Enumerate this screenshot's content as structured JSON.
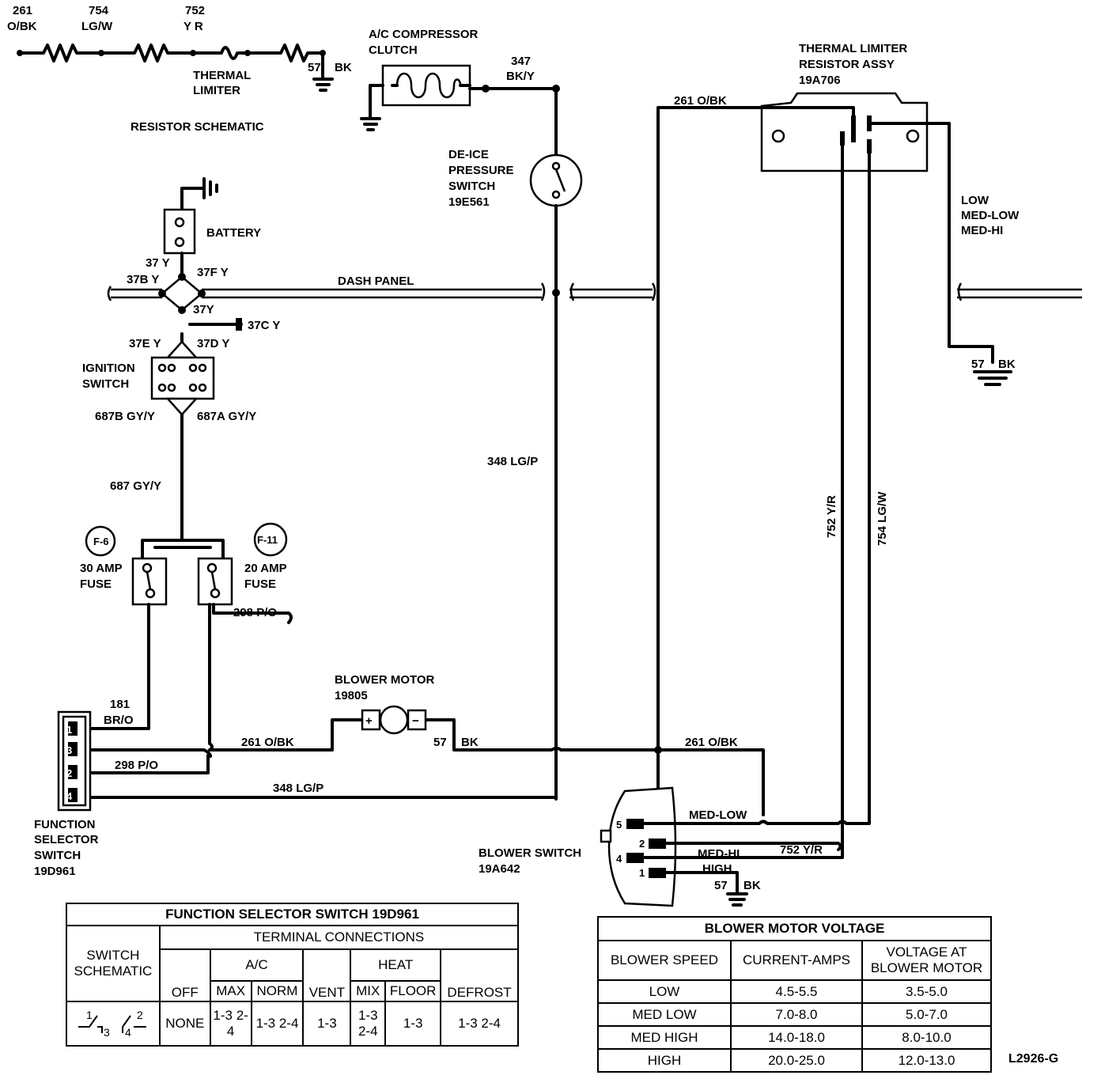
{
  "resistor_schematic": {
    "title": "RESISTOR SCHEMATIC",
    "w261": "261",
    "w261_color": "O/BK",
    "w754": "754",
    "w754_color": "LG/W",
    "w752": "752",
    "w752_color": "Y R",
    "thermal_1": "THERMAL",
    "thermal_2": "LIMITER",
    "ground": "57",
    "ground_color": "BK"
  },
  "ac_clutch": {
    "line1": "A/C COMPRESSOR",
    "line2": "CLUTCH",
    "wire": "347",
    "wire_color": "BK/Y"
  },
  "deice": {
    "line1": "DE-ICE",
    "line2": "PRESSURE",
    "line3": "SWITCH",
    "part": "19E561"
  },
  "thermal_assy": {
    "line1": "THERMAL LIMITER",
    "line2": "RESISTOR ASSY",
    "part": "19A706",
    "wire": "261 O/BK"
  },
  "speeds_note": {
    "l1": "LOW",
    "l2": "MED-LOW",
    "l3": "MED-HI"
  },
  "ground_right": {
    "num": "57",
    "color": "BK"
  },
  "battery": {
    "label": "BATTERY"
  },
  "splice": {
    "w37y": "37 Y",
    "w37b": "37B Y",
    "w37f": "37F Y",
    "w37y2": "37Y",
    "w37c": "37C Y",
    "w37e": "37E Y",
    "w37d": "37D Y"
  },
  "dash_panel": "DASH PANEL",
  "ignition": {
    "line1": "IGNITION",
    "line2": "SWITCH",
    "w687b": "687B GY/Y",
    "w687a": "687A GY/Y",
    "w687": "687 GY/Y"
  },
  "fuses": {
    "f6": "F-6",
    "f6_rating": "30 AMP",
    "f6_label": "FUSE",
    "f11": "F-11",
    "f11_rating": "20 AMP",
    "f11_label": "FUSE",
    "w298": "298 P/O"
  },
  "wires": {
    "w348_vert": "348 LG/P",
    "w752_vert": "752 Y/R",
    "w754_vert": "754 LG/W",
    "w261_bottom": "261 O/BK",
    "w261_right": "261 O/BK",
    "w57": "57",
    "w57_color": "BK",
    "w298_fss": "298 P/O",
    "w348_bottom": "348 LG/P",
    "w181": "181",
    "w181_color": "BR/O"
  },
  "blower_motor": {
    "label": "BLOWER MOTOR",
    "part": "19805",
    "plus": "+",
    "minus": "−"
  },
  "function_selector": {
    "line1": "FUNCTION",
    "line2": "SELECTOR",
    "line3": "SWITCH",
    "part": "19D961",
    "pins": [
      "1",
      "3",
      "2",
      "4"
    ]
  },
  "blower_switch": {
    "line1": "BLOWER SWITCH",
    "part": "19A642",
    "pins": [
      "5",
      "2",
      "4",
      "1"
    ],
    "med_low": "MED-LOW",
    "med_hi": "MED-HI",
    "high": "HIGH",
    "w752": "752 Y/R",
    "ground": "57",
    "ground_color": "BK"
  },
  "fss_table": {
    "title": "FUNCTION SELECTOR SWITCH 19D961",
    "schematic_header_1": "SWITCH",
    "schematic_header_2": "SCHEMATIC",
    "terminal_header": "TERMINAL CONNECTIONS",
    "ac_header": "A/C",
    "heat_header": "HEAT",
    "cols": [
      "OFF",
      "MAX",
      "NORM",
      "VENT",
      "MIX",
      "FLOOR",
      "DEFROST"
    ],
    "values": [
      "NONE",
      "1-3 2-4",
      "1-3 2-4",
      "1-3",
      "1-3 2-4",
      "1-3",
      "1-3 2-4"
    ],
    "schem_a": "1",
    "schem_b": "3",
    "schem_c": "4",
    "schem_d": "2"
  },
  "bmv_table": {
    "title": "BLOWER MOTOR VOLTAGE",
    "headers": [
      "BLOWER SPEED",
      "CURRENT-AMPS",
      "VOLTAGE AT BLOWER MOTOR"
    ],
    "rows": [
      [
        "LOW",
        "4.5-5.5",
        "3.5-5.0"
      ],
      [
        "MED LOW",
        "7.0-8.0",
        "5.0-7.0"
      ],
      [
        "MED HIGH",
        "14.0-18.0",
        "8.0-10.0"
      ],
      [
        "HIGH",
        "20.0-25.0",
        "12.0-13.0"
      ]
    ]
  },
  "figure_ref": "L2926-G"
}
